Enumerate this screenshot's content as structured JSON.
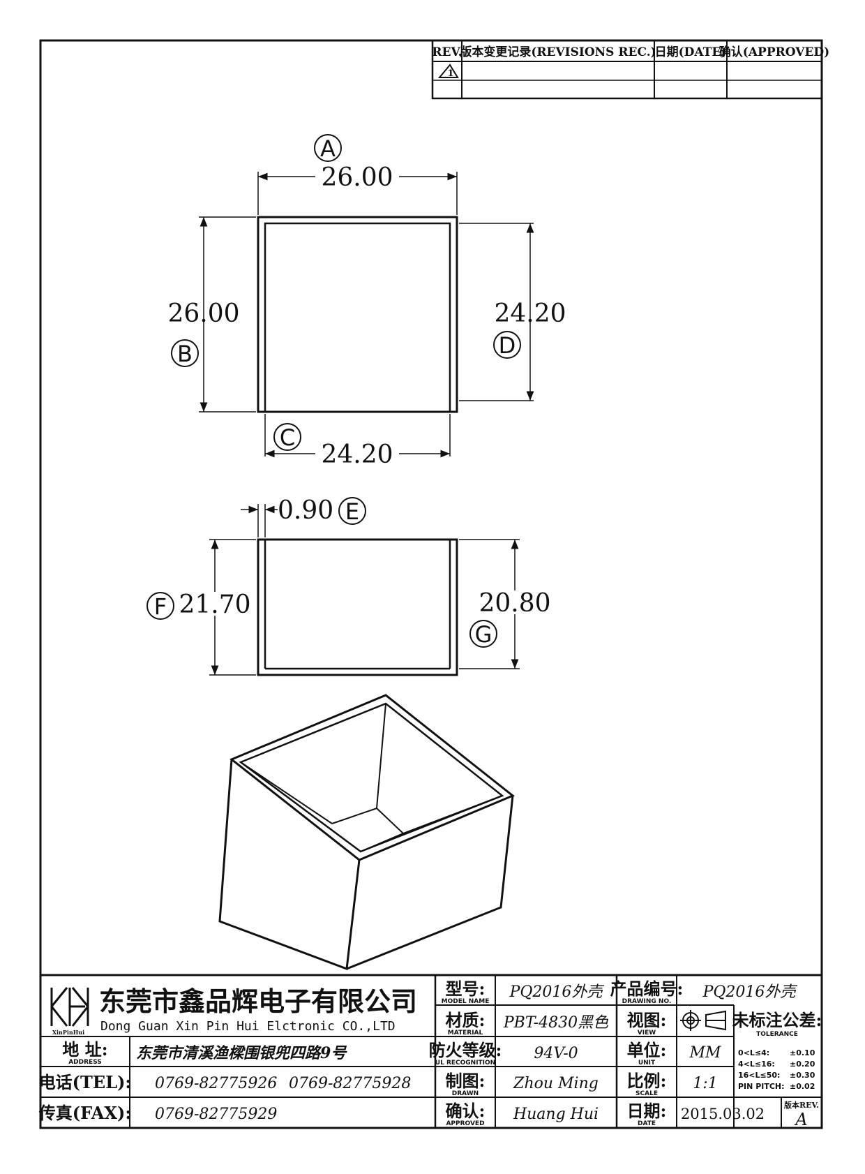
{
  "revision_table": {
    "headers": {
      "rev": "REV.",
      "record": "版本变更记录(REVISIONS REC.)",
      "date": "日期(DATE)",
      "approved": "确认(APPROVED)"
    },
    "rev_mark": "1"
  },
  "top_view": {
    "label_a": "A",
    "dim_a": "26.00",
    "label_b": "B",
    "dim_b": "26.00",
    "label_c": "C",
    "dim_c": "24.20",
    "label_d": "D",
    "dim_d": "24.20"
  },
  "side_view": {
    "label_e": "E",
    "dim_e": "0.90",
    "label_f": "F",
    "dim_f": "21.70",
    "label_g": "G",
    "dim_g": "20.80"
  },
  "title_block": {
    "company_cn": "东莞市鑫品辉电子有限公司",
    "company_en": "Dong Guan Xin Pin Hui Elctronic CO.,LTD",
    "logo_text": "XinPinHui",
    "address_label": "地  址:",
    "address_sub": "ADDRESS",
    "address": "东莞市清溪渔樑围银兜四路9号",
    "tel_label": "电话(TEL):",
    "tel_1": "0769-82775926",
    "tel_2": "0769-82775928",
    "fax_label": "传真(FAX):",
    "fax": "0769-82775929",
    "model_label": "型号:",
    "model_sub": "MODEL NAME",
    "model": "PQ2016外壳",
    "material_label": "材质:",
    "material_sub": "MATERIAL",
    "material": "PBT-4830黑色",
    "ul_label": "防火等级:",
    "ul_sub": "UL RECOGNITION",
    "ul": "94V-0",
    "drawn_label": "制图:",
    "drawn_sub": "DRAWN",
    "drawn": "Zhou Ming",
    "approved_label": "确认:",
    "approved_sub": "APPROVED",
    "approved": "Huang Hui",
    "drawing_no_label": "产品编号:",
    "drawing_no_sub": "DRAWING NO.",
    "drawing_no": "PQ2016外壳",
    "view_label": "视图:",
    "view_sub": "VIEW",
    "unit_label": "单位:",
    "unit_sub": "UNIT",
    "unit": "MM",
    "scale_label": "比例:",
    "scale_sub": "SCALE",
    "scale": "1:1",
    "date_label": "日期:",
    "date_sub": "DATE",
    "date": "2015.03.02",
    "tolerance_label": "未标注公差:",
    "tolerance_sub": "TOLERANCE",
    "tolerances": [
      {
        "range": "0<L≤4:",
        "value": "±0.10"
      },
      {
        "range": "4<L≤16:",
        "value": "±0.20"
      },
      {
        "range": "16<L≤50:",
        "value": "±0.30"
      },
      {
        "range": "PIN PITCH:",
        "value": "±0.02"
      }
    ],
    "rev_label": "版本REV.",
    "rev": "A"
  }
}
